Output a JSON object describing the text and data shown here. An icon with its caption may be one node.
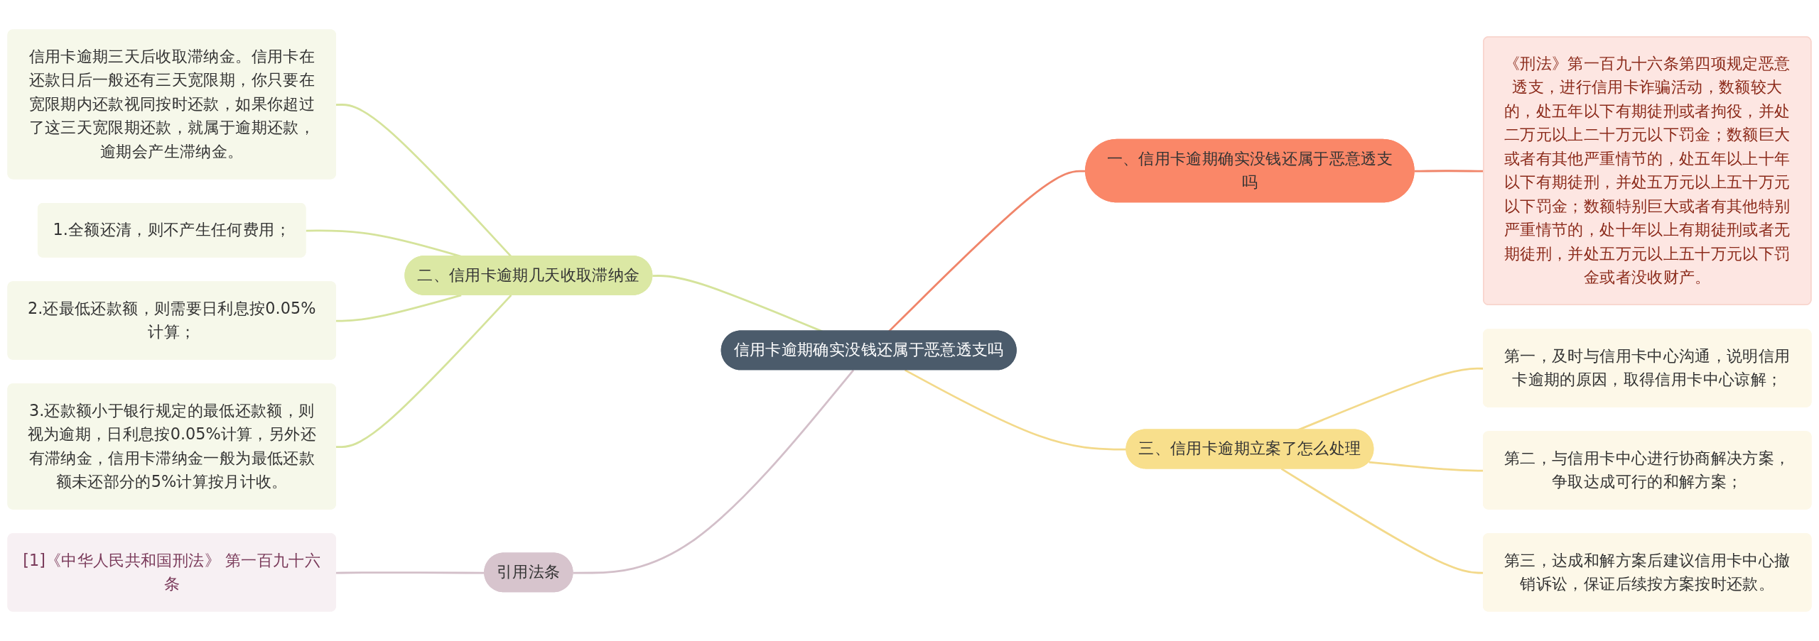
{
  "diagram": {
    "nodes": [
      {
        "text": [
          "信用卡逾期确实没钱还属于恶意透支吗"
        ]
      },
      {
        "text": [
          "二、信用卡逾期几天收取滞纳金"
        ]
      },
      {
        "text": [
          "信用卡逾期三天后收取滞纳金。信用卡在还款日后一般还有三天宽限期，你只要在宽限期内还款视同按时还款，如果你超过了这三天宽限期还款，就属于逾期还款，逾期会产生滞纳金。"
        ]
      },
      {
        "text": [
          "1.全额还清，则不产生任何费用；"
        ]
      },
      {
        "text": [
          "2.还最低还款额，则需要日利息按0.05%计算；"
        ]
      },
      {
        "text": [
          "3.还款额小于银行规定的最低还款额，则视为逾期，日利息按0.05%计算，另外还有滞纳金，信用卡滞纳金一般为最低还款额未还部分的5%计算按月计收。"
        ]
      },
      {
        "text": [
          "引用法条"
        ]
      },
      {
        "text": [
          "[1]《中华人民共和国刑法》 第一百九十六条"
        ]
      },
      {
        "text": [
          "一、信用卡逾期确实没钱还属于恶意透支吗"
        ]
      },
      {
        "text": [
          "《刑法》第一百九十六条第四项规定恶意透支，进行信用卡诈骗活动，数额较大的，处五年以下有期徒刑或者拘役，并处二万元以上二十万元以下罚金；数额巨大或者有其他严重情节的，处五年以上十年以下有期徒刑，并处五万元以上五十万元以下罚金；数额特别巨大或者有其他特别严重情节的，处十年以上有期徒刑或者无期徒刑，并处五万元以上五十万元以下罚金或者没收财产。"
        ]
      },
      {
        "text": [
          "三、信用卡逾期立案了怎么处理"
        ]
      },
      {
        "text": [
          "第一，及时与信用卡中心沟通，说明信用卡逾期的原因，取得信用卡中心谅解；"
        ]
      },
      {
        "text": [
          "第二，与信用卡中心进行协商解决方案，争取达成可行的和解方案；"
        ]
      },
      {
        "text": [
          "第三，达成和解方案后建议信用卡中心撤销诉讼，保证后续按方案按时还款。"
        ]
      }
    ],
    "edges": [
      {
        "from": 2,
        "to": 1,
        "arrow": "none",
        "color": "#d5e39b"
      },
      {
        "from": 3,
        "to": 1,
        "arrow": "none",
        "color": "#d5e39b"
      },
      {
        "from": 4,
        "to": 1,
        "arrow": "none",
        "color": "#d5e39b"
      },
      {
        "from": 5,
        "to": 1,
        "arrow": "none",
        "color": "#d5e39b"
      },
      {
        "from": 1,
        "to": 0,
        "arrow": "none",
        "color": "#d5e39b"
      },
      {
        "from": 7,
        "to": 6,
        "arrow": "none",
        "color": "#d3bfc9"
      },
      {
        "from": 6,
        "to": 0,
        "arrow": "none",
        "color": "#d3bfc9"
      },
      {
        "from": 0,
        "to": 8,
        "arrow": "none",
        "color": "#f0856a"
      },
      {
        "from": 8,
        "to": 9,
        "arrow": "none",
        "color": "#f0856a"
      },
      {
        "from": 0,
        "to": 10,
        "arrow": "none",
        "color": "#f3d98a"
      },
      {
        "from": 10,
        "to": 11,
        "arrow": "none",
        "color": "#f3d98a"
      },
      {
        "from": 10,
        "to": 12,
        "arrow": "none",
        "color": "#f3d98a"
      },
      {
        "from": 10,
        "to": 13,
        "arrow": "none",
        "color": "#f3d98a"
      }
    ]
  }
}
